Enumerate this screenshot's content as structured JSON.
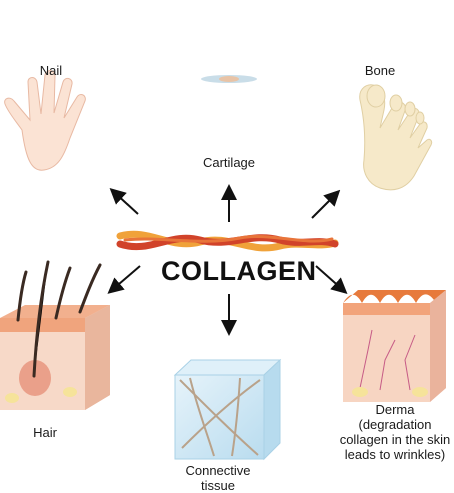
{
  "title": "COLLAGEN",
  "labels": {
    "nail": "Nail",
    "bone": "Bone",
    "cartilage": "Cartilage",
    "hair": "Hair",
    "connective_tissue": "Connective tissue",
    "derma_line1": "Derma",
    "derma_line2": "(degradation",
    "derma_line3": "collagen in the skin",
    "derma_line4": "leads to wrinkles)"
  },
  "colors": {
    "arrow": "#111111",
    "fiber_orange": "#f0a23a",
    "fiber_red": "#d1432a",
    "skin": "#f4c3a8",
    "skin_dark": "#e59a80",
    "hand": "#fbe3d4",
    "bone": "#f6e9c9",
    "tissue": "#cfe7f3"
  }
}
